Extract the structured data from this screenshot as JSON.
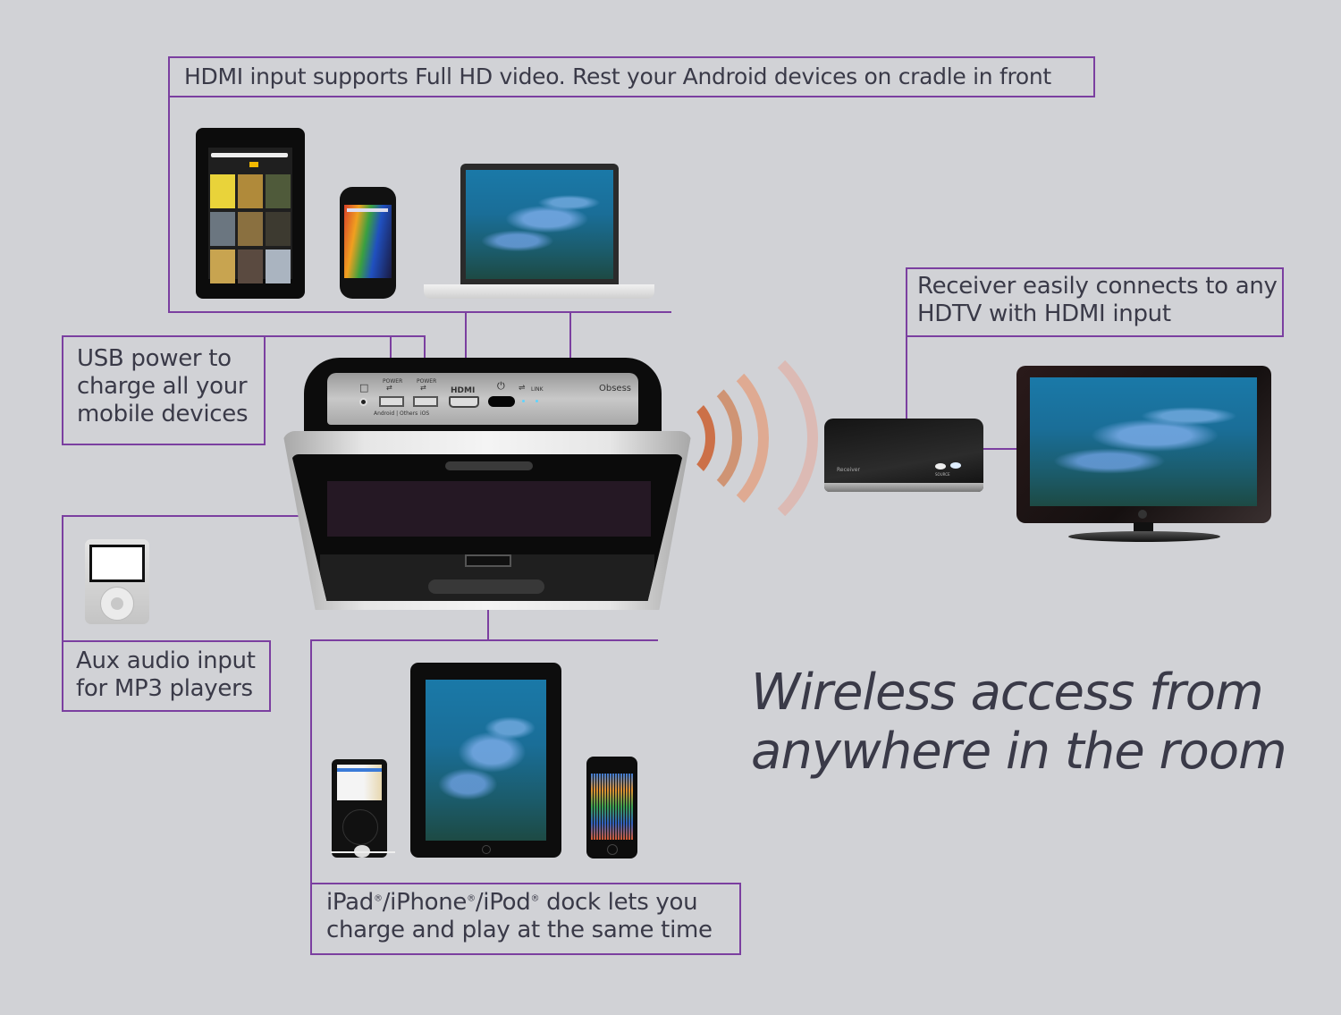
{
  "colors": {
    "background": "#d1d2d6",
    "connector": "#7b3fa0",
    "text": "#3a3a48",
    "wave_colors": [
      "#cc7048",
      "#cf9474",
      "#dfaa92",
      "#dcbab4"
    ]
  },
  "callouts": {
    "hdmi": {
      "text": "HDMI input supports Full HD video. Rest your Android devices on cradle in front"
    },
    "usb": {
      "line1": "USB power to",
      "line2": "charge all your",
      "line3": "mobile devices"
    },
    "aux": {
      "line1": "Aux audio input",
      "line2": "for MP3 players"
    },
    "receiver": {
      "line1": "Receiver easily connects to any",
      "line2": "HDTV with HDMI input"
    },
    "dock": {
      "part1": "iPad",
      "part2": "/iPhone",
      "part3": "/iPod",
      "part4": " dock lets you",
      "line2": "charge and play at the same time",
      "reg": "®"
    }
  },
  "tagline": {
    "line1": "Wireless access from",
    "line2": "anywhere in the room"
  },
  "hub": {
    "brand": "Obsess",
    "ports": {
      "usb1_top": "POWER",
      "usb1_bottom": "Android | Others",
      "usb2_top": "POWER",
      "usb2_bottom": "iOS",
      "hdmi": "HDMI",
      "link": "LINK"
    }
  },
  "receiver": {
    "label": "Receiver",
    "button_label": "SOURCE"
  },
  "devices": {
    "top_row": [
      "android-tablet",
      "android-phone",
      "laptop"
    ],
    "aux": [
      "ipod-nano"
    ],
    "dock_row": [
      "ipod-classic",
      "ipad",
      "iphone"
    ],
    "tv": "hdtv"
  }
}
